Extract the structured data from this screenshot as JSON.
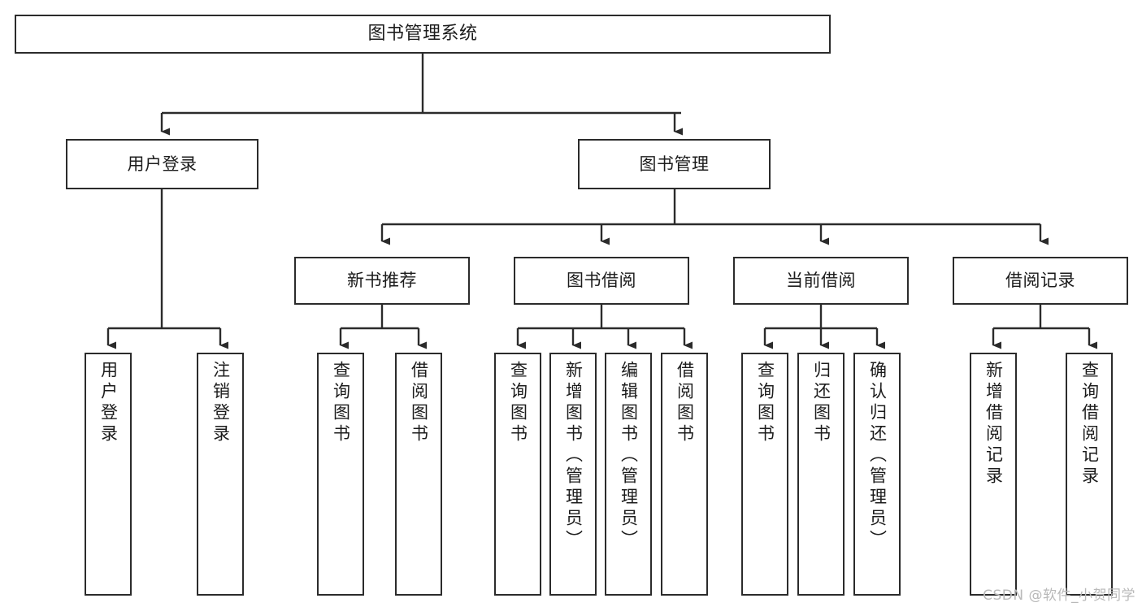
{
  "diagram": {
    "type": "hierarchy-tree",
    "title": "图书管理系统",
    "orientation": "top-down",
    "levels": 4,
    "colors": {
      "background": "#ffffff",
      "node_fill": "#ffffff",
      "node_border": "#2b2b2b",
      "edge": "#2b2b2b",
      "text": "#1c1c1c",
      "watermark": "#b9b9b9"
    }
  },
  "nodes": {
    "root": {
      "label": "图书管理系统"
    },
    "level2": [
      {
        "id": "user-login",
        "label": "用户登录"
      },
      {
        "id": "book-management",
        "label": "图书管理"
      }
    ],
    "level3": [
      {
        "id": "new-book-recommend",
        "label": "新书推荐"
      },
      {
        "id": "book-borrow",
        "label": "图书借阅"
      },
      {
        "id": "current-borrow",
        "label": "当前借阅"
      },
      {
        "id": "borrow-record",
        "label": "借阅记录"
      }
    ],
    "leaves": {
      "user_login": [
        {
          "id": "leaf-user-login",
          "label": "用户登录"
        },
        {
          "id": "leaf-logout",
          "label": "注销登录"
        }
      ],
      "new_book_recommend": [
        {
          "id": "leaf-query-book-1",
          "label": "查询图书"
        },
        {
          "id": "leaf-borrow-book-1",
          "label": "借阅图书"
        }
      ],
      "book_borrow": [
        {
          "id": "leaf-query-book-2",
          "label": "查询图书"
        },
        {
          "id": "leaf-add-book",
          "label": "新增图书（管理员）"
        },
        {
          "id": "leaf-edit-book",
          "label": "编辑图书（管理员）"
        },
        {
          "id": "leaf-borrow-book-2",
          "label": "借阅图书"
        }
      ],
      "current_borrow": [
        {
          "id": "leaf-query-book-3",
          "label": "查询图书"
        },
        {
          "id": "leaf-return-book",
          "label": "归还图书"
        },
        {
          "id": "leaf-confirm-return",
          "label": "确认归还（管理员）"
        }
      ],
      "borrow_record": [
        {
          "id": "leaf-add-record",
          "label": "新增借阅记录"
        },
        {
          "id": "leaf-query-record",
          "label": "查询借阅记录"
        }
      ]
    }
  },
  "watermark": {
    "text": "CSDN @软件_小贺同学"
  }
}
